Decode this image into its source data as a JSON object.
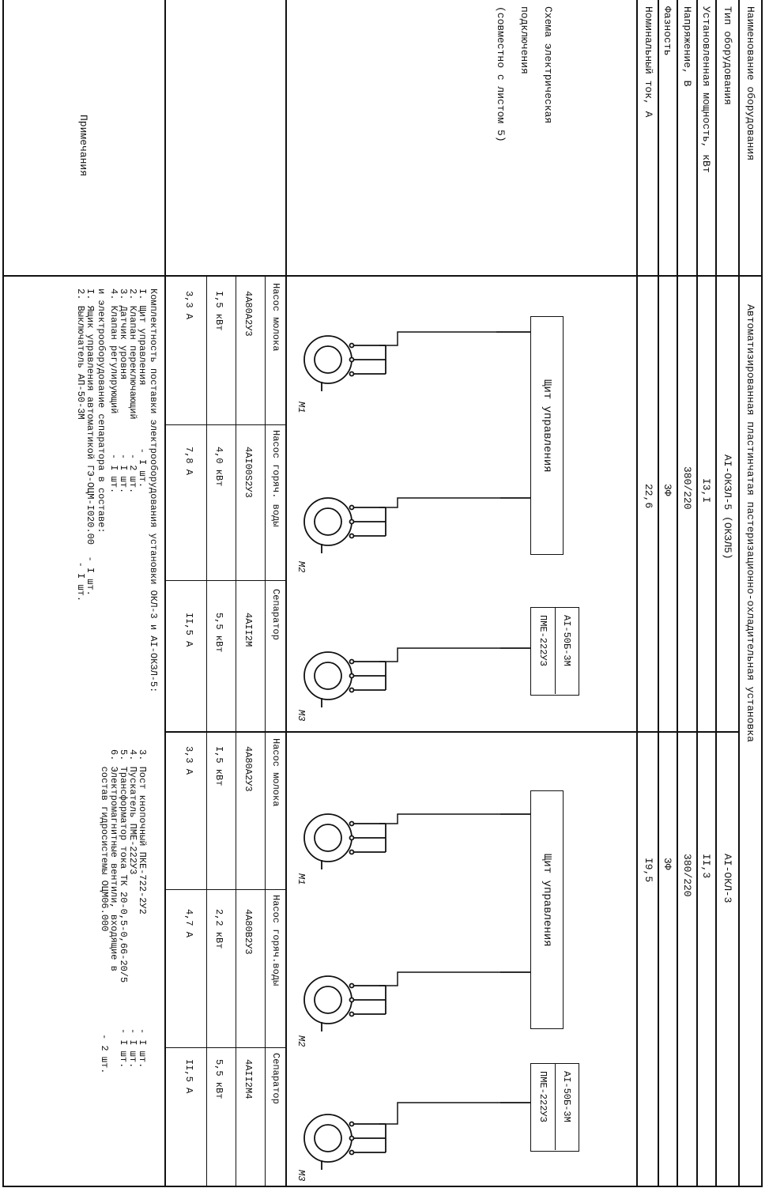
{
  "header": {
    "equipment_name_label": "Наименование оборудования",
    "equipment_name_value": "Автоматизированная пластинчатая пастеризационно-охладительная установка",
    "type_label": "Тип оборудования",
    "types": [
      "АI-ОКЗЛ-5 (ОКЗЛ5)",
      "АI-ОКЛ-3"
    ]
  },
  "rows": {
    "power_label": "Установленная мощность, кВт",
    "power_values": [
      "I3,I",
      "II,3"
    ],
    "voltage_label": "Напряжение, В",
    "voltage_values": [
      "380/220",
      "380/220"
    ],
    "phase_label": "Фазность",
    "phase_values": [
      "3Ф",
      "3Ф"
    ],
    "current_label": "Номинальный ток, А",
    "current_values": [
      "22,6",
      "I9,5"
    ]
  },
  "scheme_label": [
    "Схема электрическая",
    "подключения",
    "(совместно с листом 5)"
  ],
  "diagram1": {
    "panel": "Щит управления",
    "starter": [
      "АI-50Б-3М",
      "ПМЕ-222УЗ"
    ],
    "motors": [
      {
        "tag": "M1",
        "name": "Насос молока",
        "model": "4А80А2У3",
        "power": "I,5 кВт",
        "current": "3,3 А"
      },
      {
        "tag": "M2",
        "name": "Насос горяч. воды",
        "model": "4АI00S2У3",
        "power": "4,0 кВт",
        "current": "7,8 А"
      },
      {
        "tag": "M3",
        "name": "Сепаратор",
        "model": "4АII2М",
        "power": "5,5 кВт",
        "current": "II,5 А"
      }
    ]
  },
  "diagram2": {
    "panel": "Щит управления",
    "starter": [
      "АI-50Б-3М",
      "ПМЕ-222УЗ"
    ],
    "motors": [
      {
        "tag": "M1",
        "name": "Насос молока",
        "model": "4А80А2У3",
        "power": "I,5 кВт",
        "current": "3,3 А"
      },
      {
        "tag": "M2",
        "name": "Насос горяч.воды",
        "model": "4А80В2У3",
        "power": "2,2 кВт",
        "current": "4,7 А"
      },
      {
        "tag": "M3",
        "name": "Сепаратор",
        "model": "4АII2М4",
        "power": "5,5 кВт",
        "current": "II,5 А"
      }
    ]
  },
  "notes": {
    "label": "Примечания",
    "intro": "Комплектность поставки электрооборудования установки ОКЛ-3 и АI-ОКЗЛ-5:",
    "left_items": [
      "I. Щит управления           - I шт.",
      "2. Клапан переключающий      - 2 шт.",
      "3. Датчик уровня             - I шт.",
      "4. Клапан регулирующий       - I шт."
    ],
    "right_items": [
      "3. Пост кнопочный ПКЕ-722-2У2                    - I шт.",
      "4. Пускатель ПМЕ-222У3                           - I шт.",
      "5. Трансформатор тока ТК 20-0,5-0,66-20/5        - I шт.",
      "6. Электромагнитные вентили, входящие в",
      "   состав гидросистемы ОЦМ06.000                  - 2 шт."
    ],
    "separator_intro": "и электрооборудование сепаратора в составе:",
    "separator_items": [
      "I. Ящик управления автоматикой ГЭ-ОЦМ-I020.00  - I шт.",
      "2. Выключатель АП-50-3М                         - I шт."
    ]
  }
}
